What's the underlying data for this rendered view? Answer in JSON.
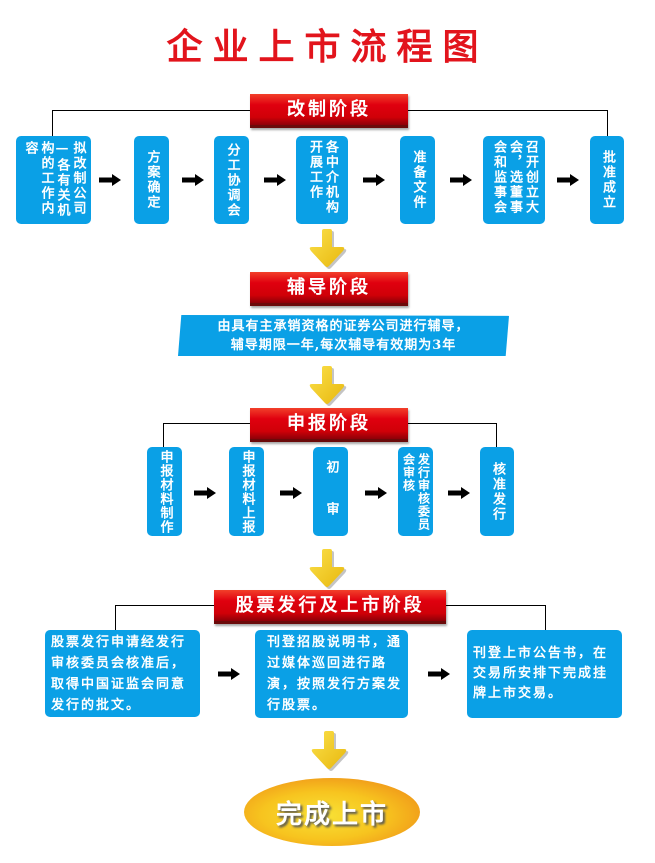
{
  "title": "企业上市流程图",
  "colors": {
    "title": "#e2141c",
    "box": "#0aa0e6",
    "banner": "#e0000f",
    "down_arrow": "#f3cc1e",
    "final": "#f7c41f"
  },
  "stages": [
    {
      "banner": "改制阶段",
      "steps": [
        "拟改制公司—各有关机构的工作内容",
        "方案确定",
        "分工协调会",
        "各中介机构开展工作",
        "准备文件",
        "召开创立大会，选董事会和监事会",
        "批准成立"
      ]
    },
    {
      "banner": "辅导阶段",
      "description": [
        "由具有主承销资格的证券公司进行辅导，",
        "辅导期限一年,每次辅导有效期为3年"
      ]
    },
    {
      "banner": "申报阶段",
      "steps": [
        "申报材料制作",
        "申报材料上报",
        "初　审",
        "发行审核委员会审核",
        "核准发行"
      ]
    },
    {
      "banner": "股票发行及上市阶段",
      "steps": [
        "股票发行申请经发行审核委员会核准后，取得中国证监会同意发行的批文。",
        "刊登招股说明书，通过媒体巡回进行路演，按照发行方案发行股票。",
        "刊登上市公告书，在交易所安排下完成挂牌上市交易。"
      ]
    }
  ],
  "final": "完成上市",
  "icons": {
    "step_arrow": "right-arrow-icon",
    "stage_arrow": "down-arrow-icon"
  }
}
